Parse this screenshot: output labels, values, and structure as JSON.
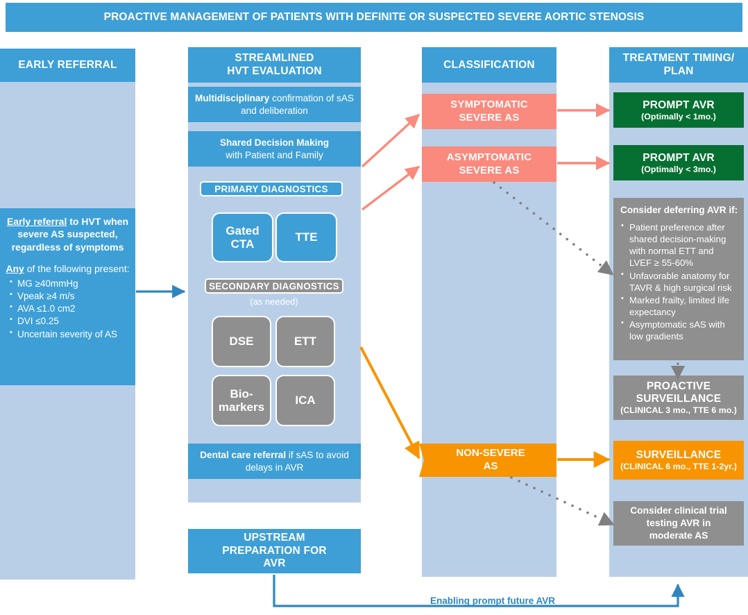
{
  "banner": {
    "title": "PROACTIVE MANAGEMENT OF PATIENTS WITH DEFINITE OR SUSPECTED SEVERE AORTIC STENOSIS"
  },
  "colors": {
    "header_blue": "#3d9fd6",
    "column_bg": "#b9cfe8",
    "salmon": "#f98a7d",
    "green": "#067032",
    "orange": "#f79400",
    "gray": "#8f8f8f",
    "white": "#ffffff",
    "arrow_blue": "#2e86c1",
    "arrow_gray": "#808080"
  },
  "columns": {
    "early_referral": {
      "header": "EARLY REFERRAL",
      "lead_prefix": "Early referral",
      "lead_rest": " to HVT when severe AS suspected, regardless of symptoms",
      "any_prefix": "Any",
      "any_rest": " of the following present:",
      "criteria": [
        "MG ≥40mmHg",
        "Vpeak ≥4 m/s",
        "AVA ≤1.0 cm2",
        "DVI ≤0.25",
        "Uncertain severity of AS"
      ]
    },
    "hvt_evaluation": {
      "header": "STREAMLINED\nHVT EVALUATION",
      "header_line1": "STREAMLINED",
      "header_line2": "HVT EVALUATION",
      "band1_bold": "Multidisciplinary",
      "band1_rest": " confirmation of sAS and deliberation",
      "band2_bold": "Shared Decision Making",
      "band2_rest": "with Patient and Family",
      "primary_label": "PRIMARY DIAGNOSTICS",
      "primary_tiles": [
        "Gated CTA",
        "TTE"
      ],
      "secondary_label": "SECONDARY DIAGNOSTICS",
      "secondary_note": "(as needed)",
      "secondary_tiles": [
        "DSE",
        "ETT",
        "Bio-markers",
        "ICA"
      ],
      "dental_bold": "Dental care referral",
      "dental_rest": " if sAS to avoid delays in AVR",
      "upstream_line1": "UPSTREAM",
      "upstream_line2": "PREPARATION FOR",
      "upstream_line3": "AVR"
    },
    "classification": {
      "header": "CLASSIFICATION",
      "items": [
        {
          "line1": "SYMPTOMATIC",
          "line2": "SEVERE AS",
          "color": "#f98a7d"
        },
        {
          "line1": "ASYMPTOMATIC",
          "line2": "SEVERE AS",
          "color": "#f98a7d"
        },
        {
          "line1": "NON-SEVERE",
          "line2": "AS",
          "color": "#f79400"
        }
      ]
    },
    "treatment": {
      "header_line1": "TREATMENT TIMING/",
      "header_line2": "PLAN",
      "prompt_avr_1": {
        "title": "PROMPT AVR",
        "sub": "(Optimally < 1mo.)"
      },
      "prompt_avr_2": {
        "title": "PROMPT AVR",
        "sub": "(Optimally < 3mo.)"
      },
      "defer": {
        "title": "Consider deferring AVR if:",
        "items": [
          "Patient preference after shared decision-making with normal ETT and LVEF ≥ 55-60%",
          "Unfavorable anatomy for TAVR & high surgical risk",
          "Marked frailty, limited life expectancy",
          "Asymptomatic sAS with low gradients"
        ]
      },
      "proactive_surveillance": {
        "line1": "PROACTIVE",
        "line2": "SURVEILLANCE",
        "sub": "(CLINICAL 3 mo., TTE 6 mo.)"
      },
      "surveillance": {
        "title": "SURVEILLANCE",
        "sub": "(CLINICAL 6 mo., TTE 1-2yr.)"
      },
      "clinical_trial": {
        "line1": "Consider clinical trial",
        "line2": "testing AVR in",
        "line3": "moderate AS"
      }
    }
  },
  "bottom_arrow": {
    "label": "Enabling prompt future AVR"
  }
}
